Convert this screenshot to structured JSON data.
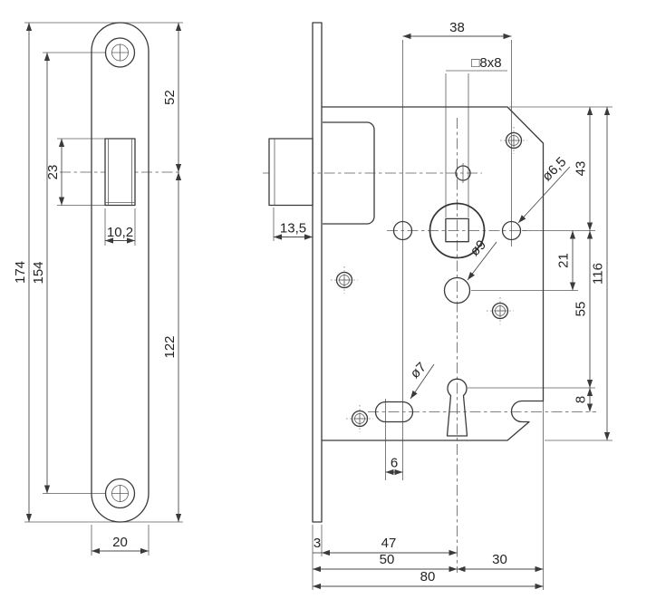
{
  "drawing_type": "mortise-lock technical drawing, front plate view and lock body view",
  "colors": {
    "line": "#3a3a3a",
    "background": "#ffffff"
  },
  "front_view": {
    "plate_length": "174",
    "screw_hole_spacing": "154",
    "top_to_latch_center": "52",
    "latch_center_to_bottom": "122",
    "latch_cutout_height": "23",
    "latch_cutout_width": "10,2",
    "plate_width": "20"
  },
  "side_view": {
    "handle_hole_spacing": "38",
    "spindle_square": "□8x8",
    "handle_hole_diameter": "ø6,5",
    "top_to_spindle": "43",
    "spindle_to_cylinder": "21",
    "body_height": "116",
    "spindle_to_keyhole": "55",
    "cylinder_diameter": "ø9",
    "keyhole_to_catch": "8",
    "slot_hole_diameter": "ø7",
    "latch_projection": "13,5",
    "slot_center_distance": "6",
    "faceplate_thickness": "3",
    "inner_backset": "47",
    "backset": "50",
    "keyhole_to_rear_edge": "30",
    "body_depth": "80"
  }
}
